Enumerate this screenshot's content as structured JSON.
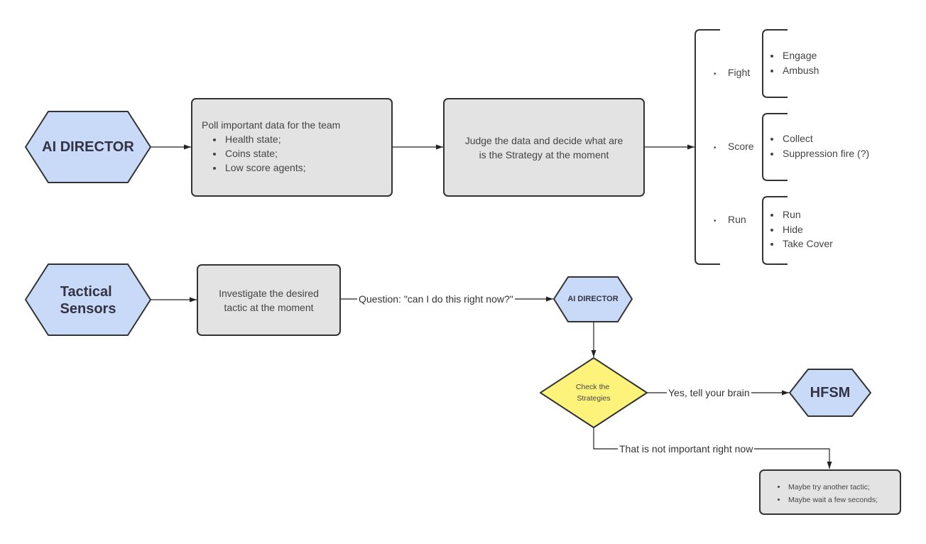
{
  "nodes": {
    "ai_director_main": "AI DIRECTOR",
    "tactical_sensors": [
      "Tactical",
      "Sensors"
    ],
    "poll_box": {
      "title": "Poll important data for the team",
      "items": [
        "Health state;",
        "Coins state;",
        "Low score agents;"
      ]
    },
    "judge_box": [
      "Judge the data and decide what are",
      "is the Strategy at the moment"
    ],
    "investigate_box": [
      "Investigate the desired",
      "tactic at the moment"
    ],
    "ai_director_small": "AI DIRECTOR",
    "check_strategies": [
      "Check the",
      "Strategies"
    ],
    "hfsm": "HFSM",
    "maybe_box": [
      "Maybe try another tactic;",
      "Maybe wait a few seconds;"
    ]
  },
  "strategies": [
    {
      "name": "Fight",
      "tactics": [
        "Engage",
        "Ambush"
      ]
    },
    {
      "name": "Score",
      "tactics": [
        "Collect",
        "Suppression fire (?)"
      ]
    },
    {
      "name": "Run",
      "tactics": [
        "Run",
        "Hide",
        "Take Cover"
      ]
    }
  ],
  "edge_labels": {
    "question": "Question: \"can I do this right now?\"",
    "yes": "Yes, tell your brain",
    "not_important": "That is not important right now"
  },
  "colors": {
    "hexagon_fill": "#c9daf8",
    "diamond_fill": "#fef37a",
    "box_fill": "#e3e3e3",
    "stroke": "#333333",
    "text": "#444444"
  }
}
